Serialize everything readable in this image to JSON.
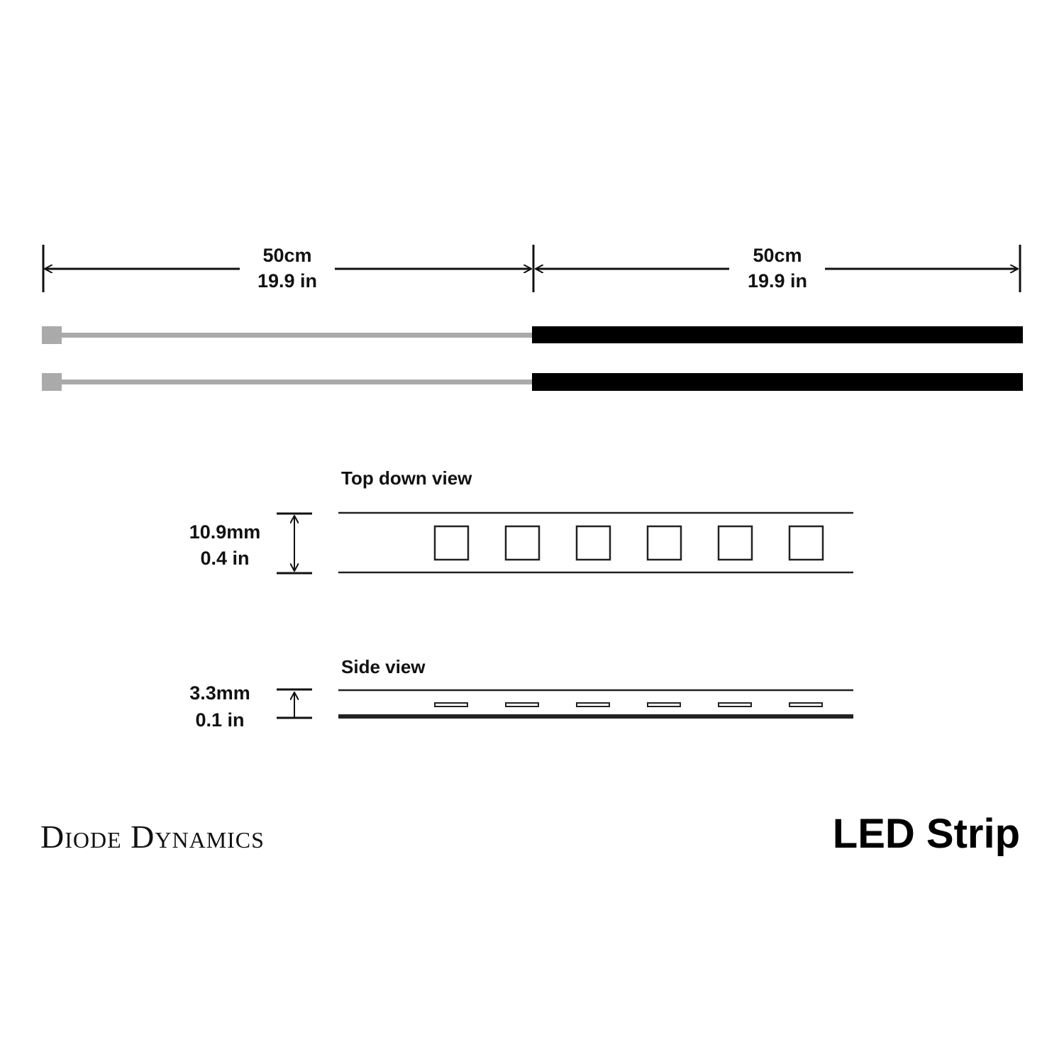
{
  "length_dimensions": [
    {
      "metric": "50cm",
      "imperial": "19.9 in"
    },
    {
      "metric": "50cm",
      "imperial": "19.9 in"
    }
  ],
  "top_view": {
    "label": "Top down view",
    "width_metric": "10.9mm",
    "width_imperial": "0.4 in",
    "led_count": 6
  },
  "side_view": {
    "label": "Side view",
    "height_metric": "3.3mm",
    "height_imperial": "0.1 in",
    "led_count": 6
  },
  "footer": {
    "brand": "Diode Dynamics",
    "product": "LED Strip"
  },
  "colors": {
    "cable": "#aaaaaa",
    "strip": "#000000",
    "line": "#222222"
  }
}
